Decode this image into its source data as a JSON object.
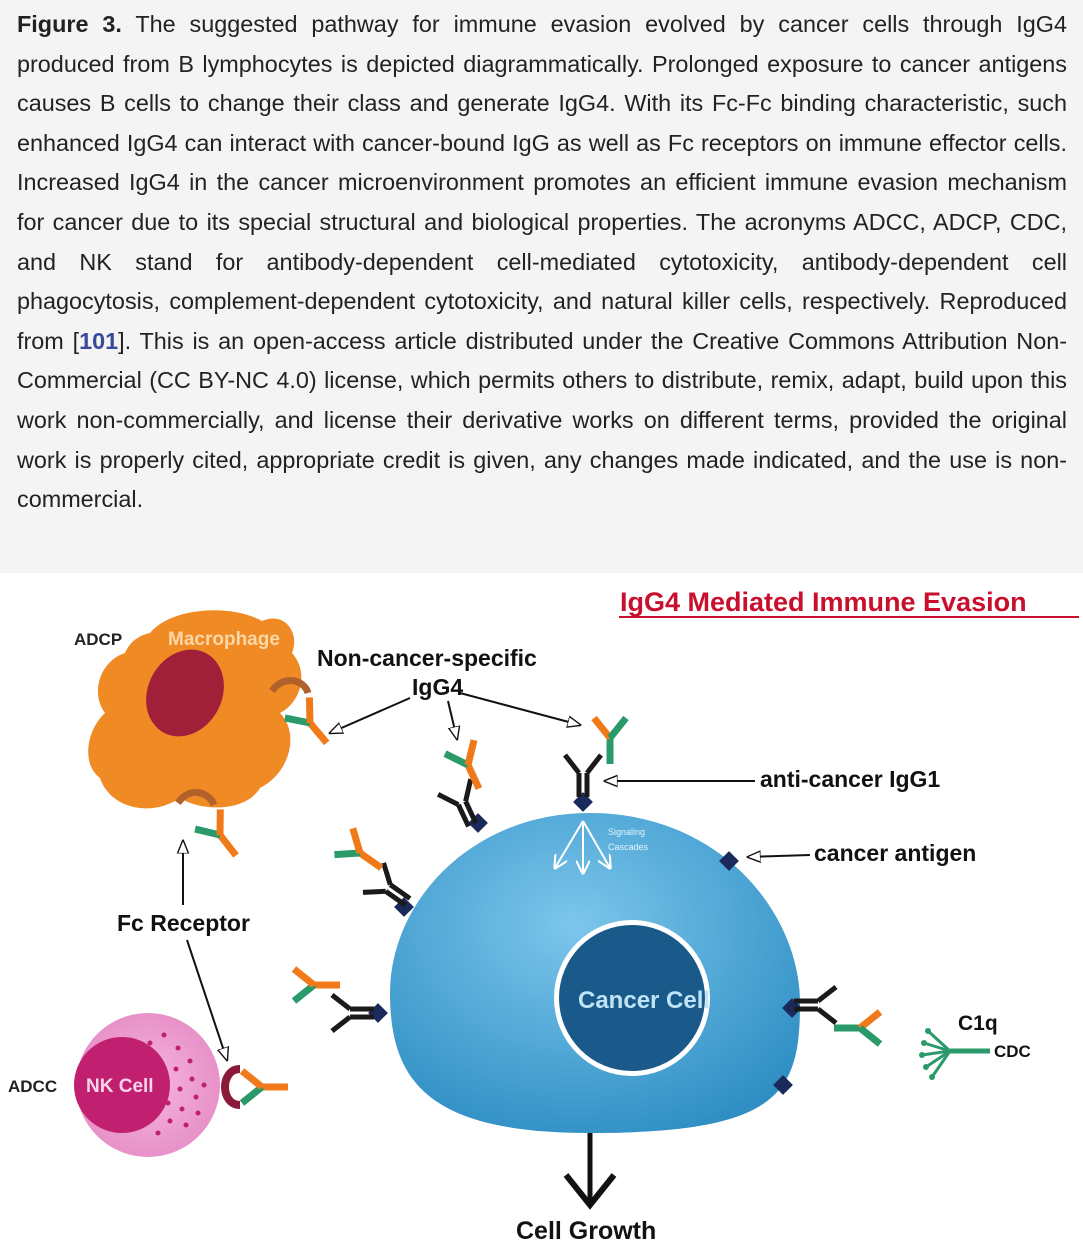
{
  "caption": {
    "figure_label": "Figure 3.",
    "text_before_ref": " The suggested pathway for immune evasion evolved by cancer cells through IgG4 produced from B lymphocytes is depicted diagrammatically. Prolonged exposure to cancer antigens causes B cells to change their class and generate IgG4. With its Fc-Fc binding characteristic, such enhanced IgG4 can interact with cancer-bound IgG as well as Fc receptors on immune effector cells. Increased IgG4 in the cancer microenvironment promotes an efficient immune evasion mechanism for cancer due to its special structural and biological properties. The acronyms ADCC, ADCP, CDC, and NK stand for antibody-dependent cell-mediated cytotoxicity, antibody-dependent cell phagocytosis, complement-dependent cytotoxicity, and natural killer cells, respectively. Reproduced from [",
    "ref": "101",
    "text_after_ref": "]. This is an open-access article distributed under the Creative Commons Attribution Non-Commercial (CC BY-NC 4.0) license, which permits others to distribute, remix, adapt, build upon this work non-commercially, and license their derivative works on different terms, provided the original work is properly cited, appropriate credit is given, any changes made indicated, and the use is non-commercial."
  },
  "figure": {
    "title": "IgG4 Mediated Immune Evasion",
    "labels": {
      "adcp": "ADCP",
      "macrophage": "Macrophage",
      "non_cancer_specific_line1": "Non-cancer-specific",
      "non_cancer_specific_line2": "IgG4",
      "anti_cancer_igg1": "anti-cancer IgG1",
      "cancer_antigen": "cancer antigen",
      "signaling_line1": "Signaling",
      "signaling_line2": "Cascades",
      "fc_receptor": "Fc Receptor",
      "cancer_cell": "Cancer Cell",
      "c1q": "C1q",
      "cdc": "CDC",
      "adcc": "ADCC",
      "nk_cell": "NK Cell",
      "cell_growth": "Cell Growth"
    },
    "colors": {
      "title": "#c8102e",
      "macrophage": "#f08a24",
      "macrophage_nucleus": "#a0203a",
      "nk_cell": "#e87fc0",
      "nk_nucleus": "#c0206f",
      "cancer_cell": "#4aa8d8",
      "cancer_nucleus": "#1a5a8a",
      "igg4_orange": "#f07a1a",
      "igg4_green": "#2a9a6a",
      "igg1_black": "#1a1a1a",
      "antigen": "#1a2a5a",
      "receptor_brown": "#b0622a",
      "receptor_maroon": "#8a1a3a"
    }
  }
}
